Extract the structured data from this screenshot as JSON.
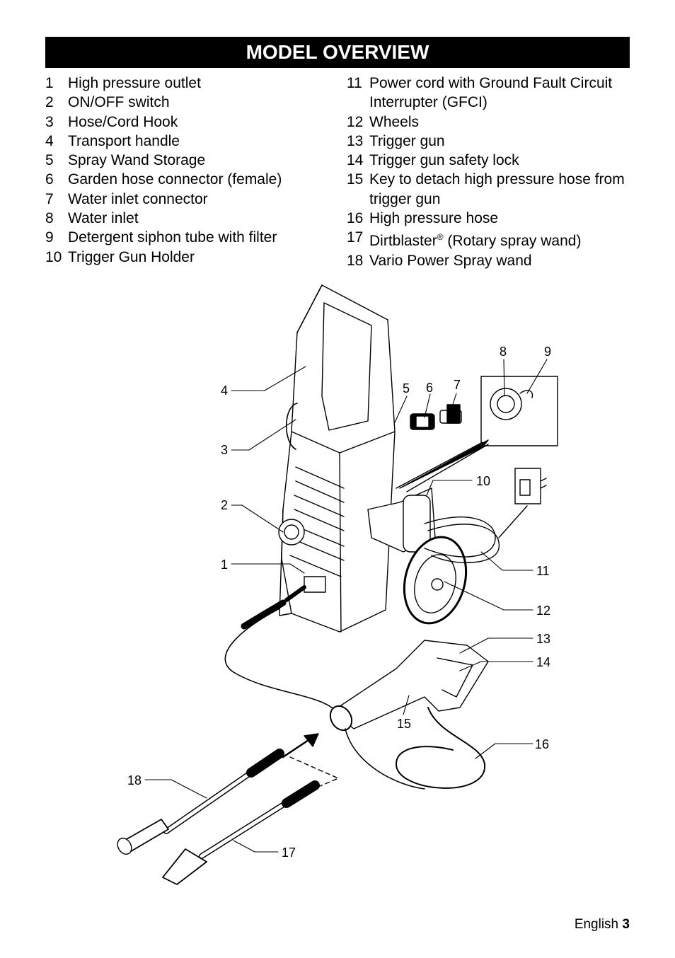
{
  "title": "MODEL OVERVIEW",
  "parts_left": [
    {
      "num": "1",
      "label": "High pressure outlet"
    },
    {
      "num": "2",
      "label": "ON/OFF switch"
    },
    {
      "num": "3",
      "label": "Hose/Cord Hook"
    },
    {
      "num": "4",
      "label": "Transport handle"
    },
    {
      "num": "5",
      "label": "Spray Wand Storage"
    },
    {
      "num": "6",
      "label": "Garden hose connector (female)"
    },
    {
      "num": "7",
      "label": "Water inlet connector"
    },
    {
      "num": "8",
      "label": "Water inlet"
    },
    {
      "num": "9",
      "label": "Detergent siphon tube with filter"
    },
    {
      "num": "10",
      "label": "Trigger Gun Holder"
    }
  ],
  "parts_right": [
    {
      "num": "11",
      "label": "Power cord with Ground Fault Circuit Interrupter (GFCI)"
    },
    {
      "num": "12",
      "label": "Wheels"
    },
    {
      "num": "13",
      "label": "Trigger gun"
    },
    {
      "num": "14",
      "label": "Trigger gun safety lock"
    },
    {
      "num": "15",
      "label": "Key to detach high pressure hose from trigger gun"
    },
    {
      "num": "16",
      "label": "High pressure hose"
    },
    {
      "num": "17",
      "label": "Dirtblaster",
      "sup": "®",
      "label_after": " (Rotary spray wand)"
    },
    {
      "num": "18",
      "label": "Vario Power Spray wand"
    }
  ],
  "callouts": [
    "1",
    "2",
    "3",
    "4",
    "5",
    "6",
    "7",
    "8",
    "9",
    "10",
    "11",
    "12",
    "13",
    "14",
    "15",
    "16",
    "17",
    "18"
  ],
  "footer": {
    "language": "English",
    "page": "3"
  }
}
